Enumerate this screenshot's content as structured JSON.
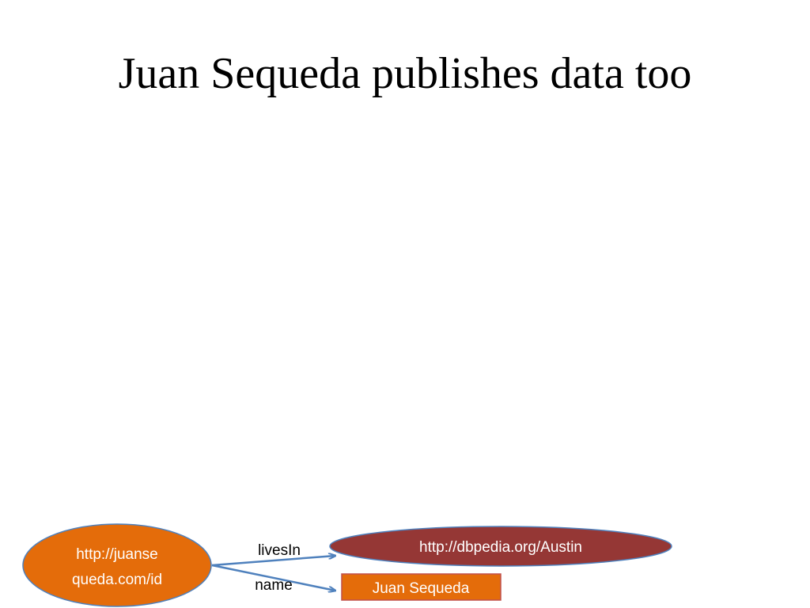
{
  "title": "Juan Sequeda publishes data too",
  "colors": {
    "subject_node": "#e46c0a",
    "subject_stroke": "#4f81bd",
    "resource_node": "#953735",
    "resource_stroke": "#4f81bd",
    "literal_node": "#e46c0a",
    "literal_stroke": "#c0504d",
    "edge": "#4f81bd"
  },
  "graph": {
    "subject": {
      "line1": "http://juanse",
      "line2": "queda.com/id"
    },
    "resource": {
      "label": "http://dbpedia.org/Austin"
    },
    "literal": {
      "label": "Juan Sequeda"
    },
    "edges": {
      "lives_in": "livesIn",
      "name": "name"
    }
  }
}
